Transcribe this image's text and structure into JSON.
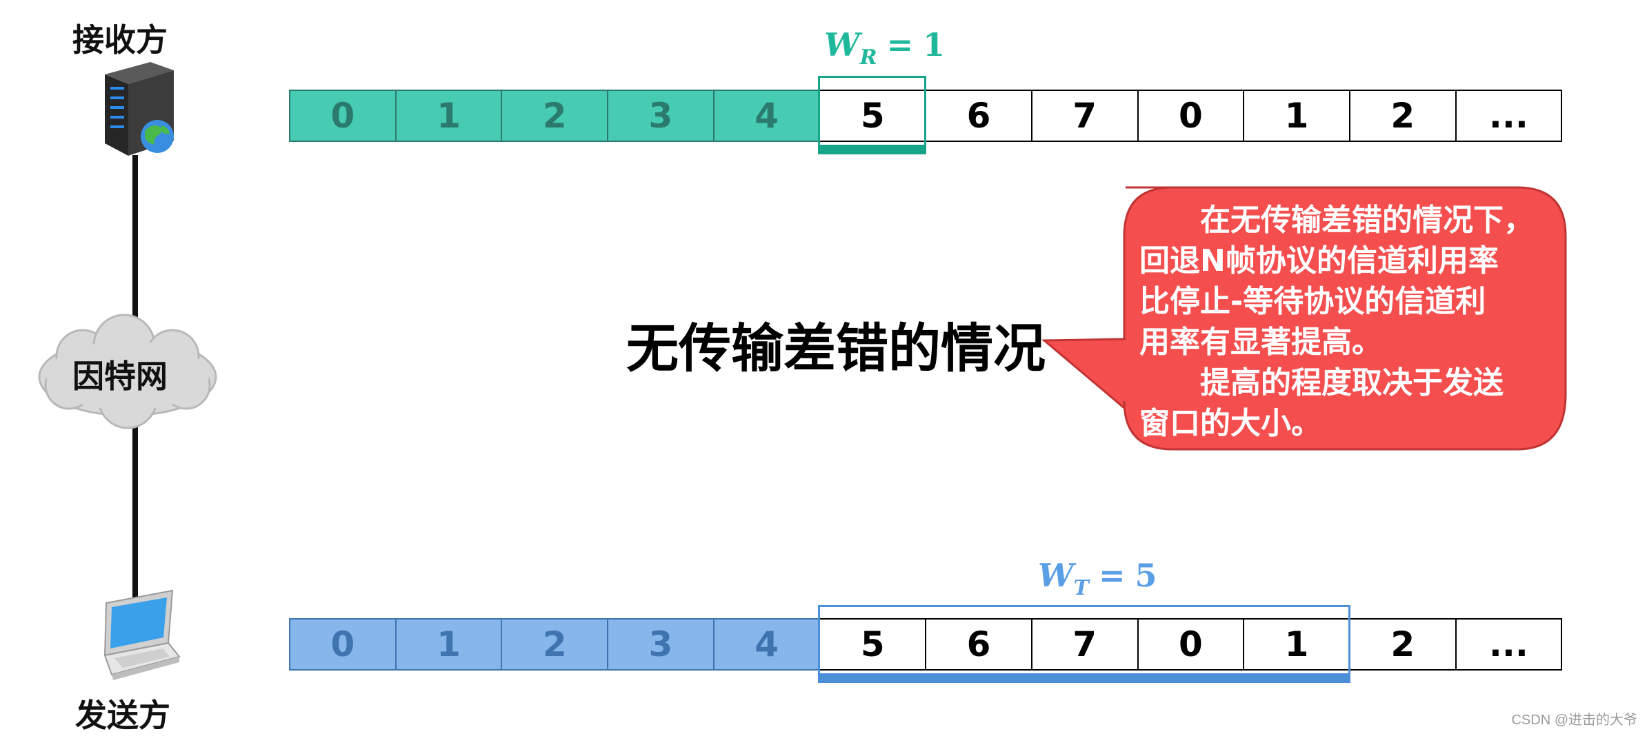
{
  "receiver": {
    "label": "接收方"
  },
  "sender": {
    "label": "发送方"
  },
  "network": {
    "label": "因特网"
  },
  "receiver_window": {
    "symbol": "W",
    "subscript": "R",
    "equals": "=",
    "value": "1",
    "color": "#1fb89a"
  },
  "sender_window": {
    "symbol": "W",
    "subscript": "T",
    "equals": "=",
    "value": "5",
    "color": "#5a9ee6"
  },
  "receiver_sequence": {
    "cells": [
      "0",
      "1",
      "2",
      "3",
      "4",
      "5",
      "6",
      "7",
      "0",
      "1",
      "2",
      "..."
    ],
    "received_count": 5,
    "window_start": 5,
    "window_size": 1,
    "done_color": "#47cbb3",
    "window_color": "#17a58a"
  },
  "sender_sequence": {
    "cells": [
      "0",
      "1",
      "2",
      "3",
      "4",
      "5",
      "6",
      "7",
      "0",
      "1",
      "2",
      "..."
    ],
    "confirmed_count": 5,
    "window_start": 5,
    "window_size": 5,
    "done_color": "#86b6ea",
    "window_color": "#4a8fd8"
  },
  "center_title": "无传输差错的情况",
  "callout": {
    "background": "#f44e4e",
    "lines": [
      "在无传输差错的情况下，",
      "回退N帧协议的信道利用率",
      "比停止-等待协议的信道利",
      "用率有显著提高。",
      "提高的程度取决于发送",
      "窗口的大小。"
    ]
  },
  "watermark": "CSDN @进击的大爷"
}
